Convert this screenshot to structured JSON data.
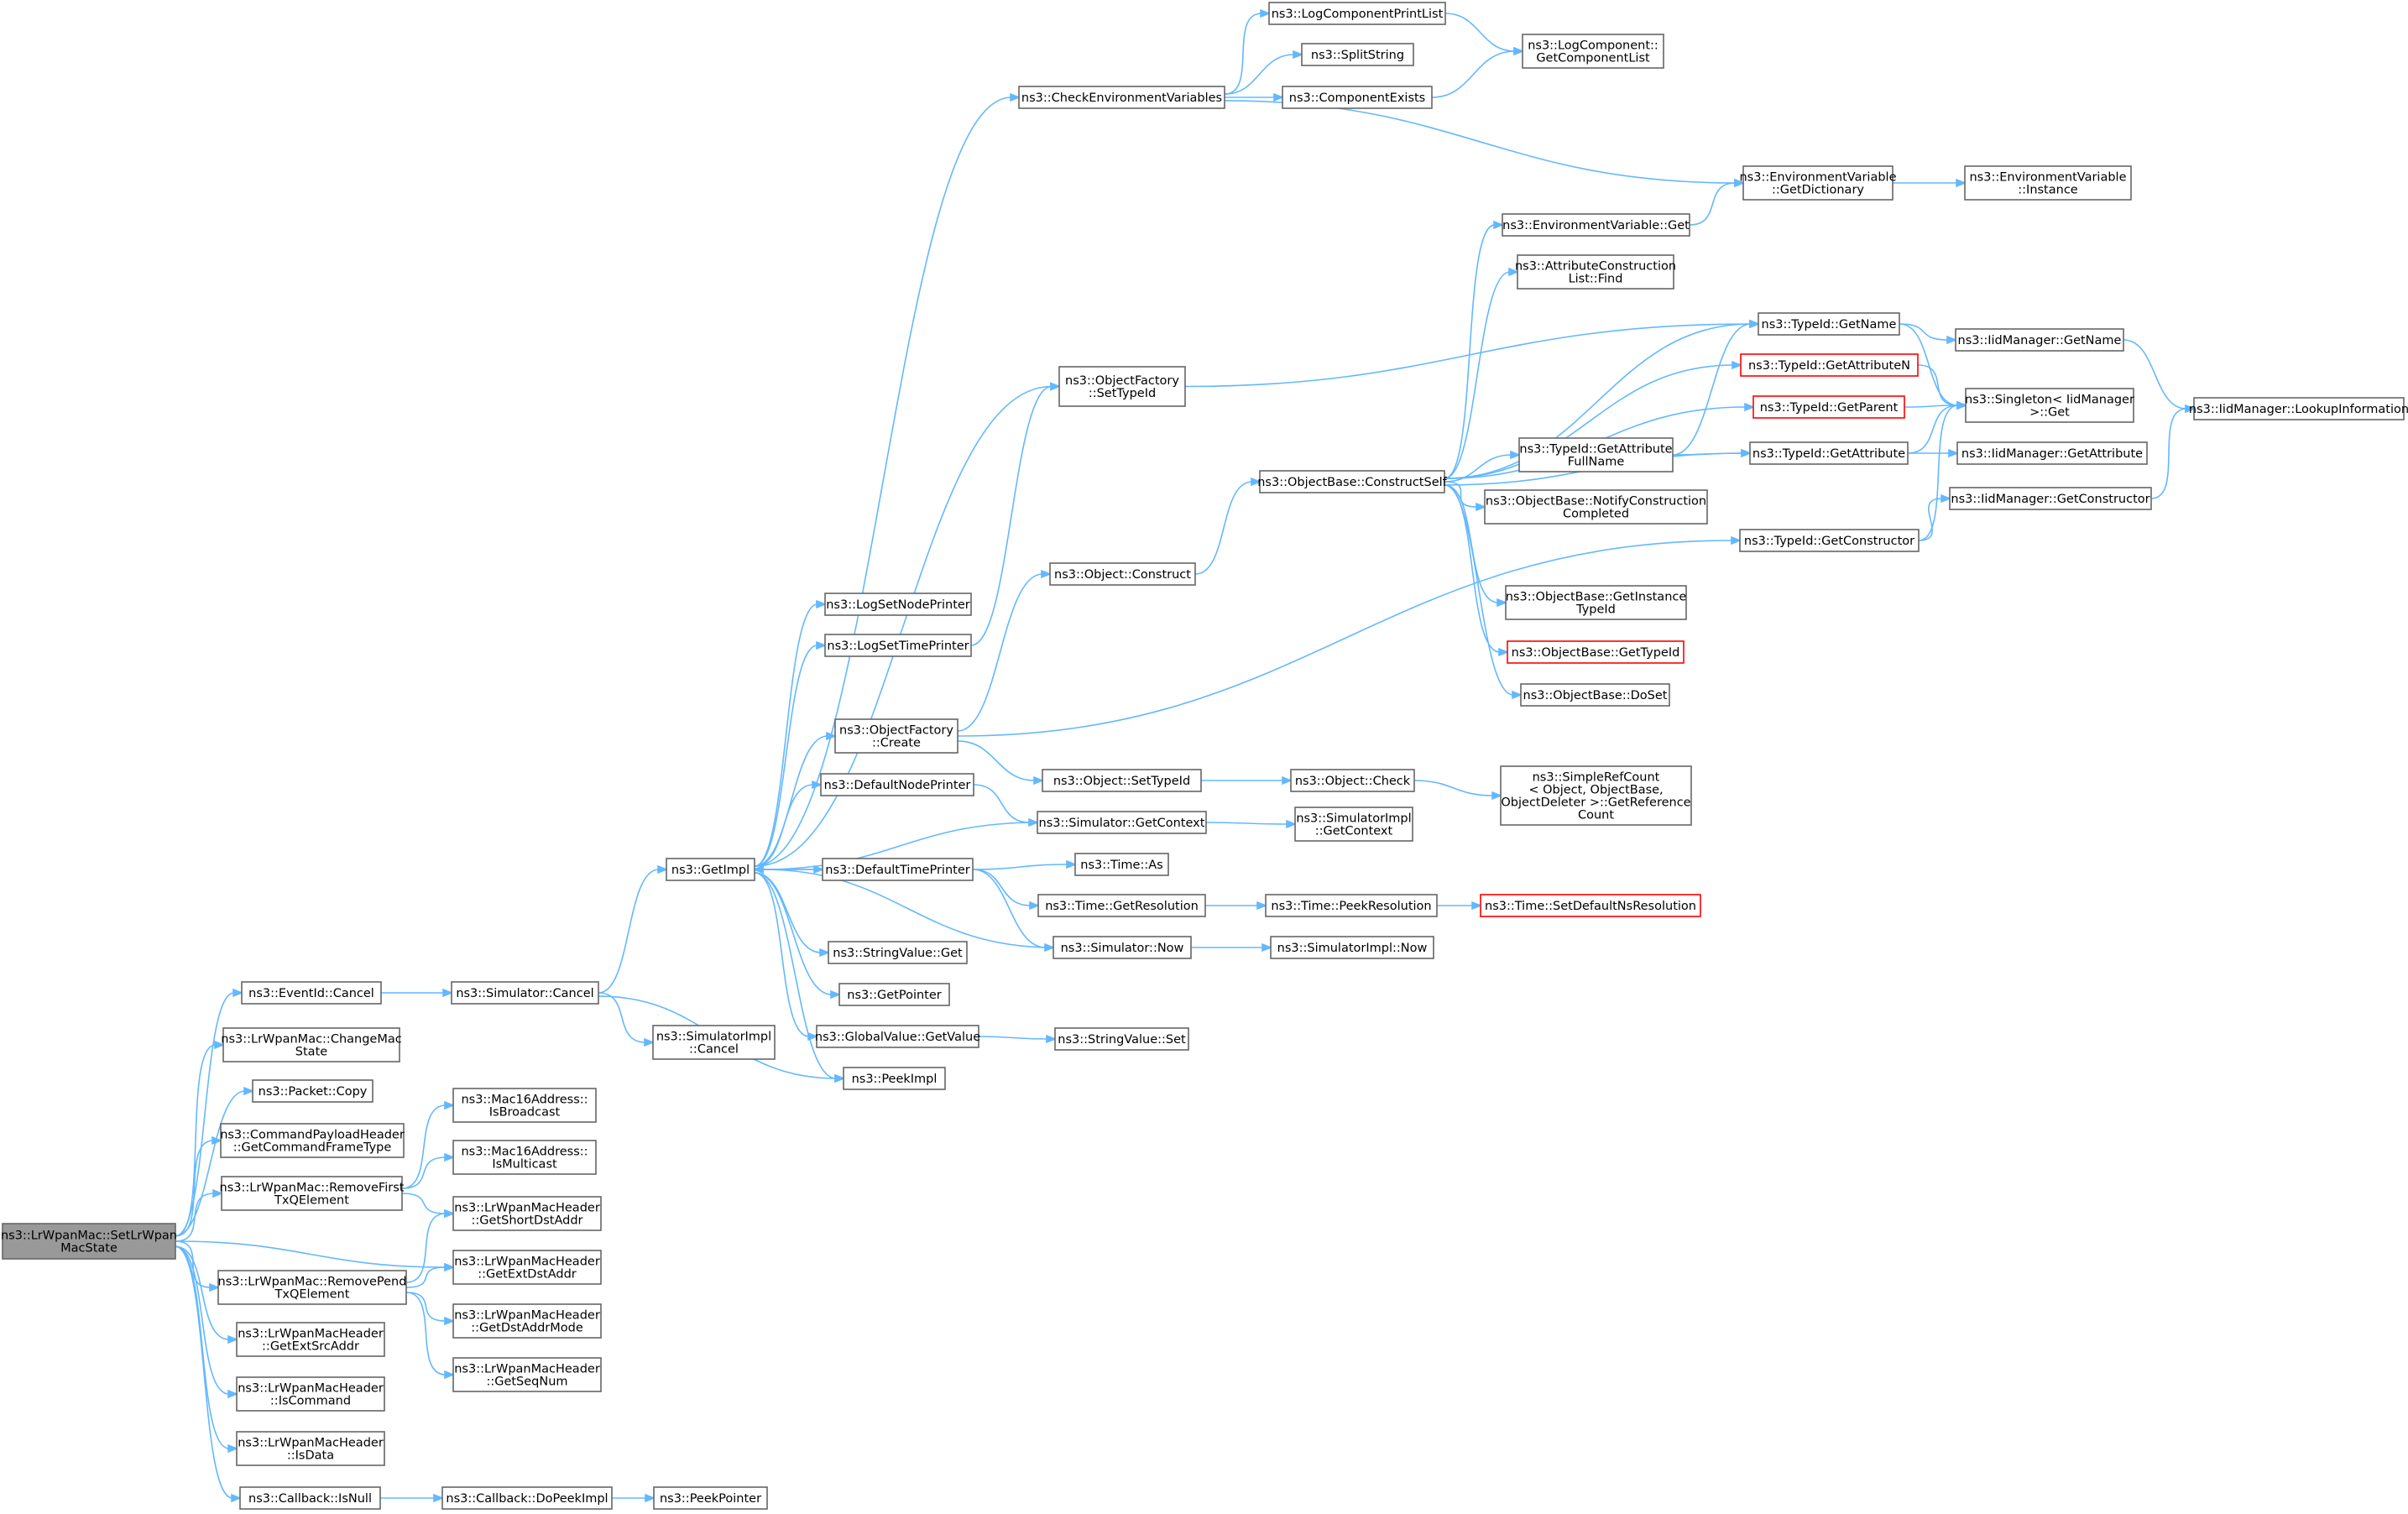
{
  "diagram": {
    "colors": {
      "edge": "#63b8ff",
      "node_border": "#666666",
      "root_fill": "#999999",
      "alert_border": "#ff0000"
    },
    "nodes": [
      {
        "id": "root",
        "lines": [
          "ns3::LrWpanMac::SetLrWpan",
          "MacState"
        ],
        "style": "root"
      },
      {
        "id": "eventid_cancel",
        "lines": [
          "ns3::EventId::Cancel"
        ]
      },
      {
        "id": "changemacstate",
        "lines": [
          "ns3::LrWpanMac::ChangeMac",
          "State"
        ]
      },
      {
        "id": "packet_copy",
        "lines": [
          "ns3::Packet::Copy"
        ]
      },
      {
        "id": "getcommandframetype",
        "lines": [
          "ns3::CommandPayloadHeader",
          "::GetCommandFrameType"
        ]
      },
      {
        "id": "removefirst",
        "lines": [
          "ns3::LrWpanMac::RemoveFirst",
          "TxQElement"
        ]
      },
      {
        "id": "removepend",
        "lines": [
          "ns3::LrWpanMac::RemovePend",
          "TxQElement"
        ]
      },
      {
        "id": "getextsrcaddr",
        "lines": [
          "ns3::LrWpanMacHeader",
          "::GetExtSrcAddr"
        ]
      },
      {
        "id": "iscommand",
        "lines": [
          "ns3::LrWpanMacHeader",
          "::IsCommand"
        ]
      },
      {
        "id": "isdata",
        "lines": [
          "ns3::LrWpanMacHeader",
          "::IsData"
        ]
      },
      {
        "id": "callback_isnull",
        "lines": [
          "ns3::Callback::IsNull"
        ]
      },
      {
        "id": "simulator_cancel",
        "lines": [
          "ns3::Simulator::Cancel"
        ]
      },
      {
        "id": "isbroadcast",
        "lines": [
          "ns3::Mac16Address::",
          "IsBroadcast"
        ]
      },
      {
        "id": "ismulticast",
        "lines": [
          "ns3::Mac16Address::",
          "IsMulticast"
        ]
      },
      {
        "id": "getshortdstaddr",
        "lines": [
          "ns3::LrWpanMacHeader",
          "::GetShortDstAddr"
        ]
      },
      {
        "id": "getextdstaddr",
        "lines": [
          "ns3::LrWpanMacHeader",
          "::GetExtDstAddr"
        ]
      },
      {
        "id": "getdstaddrmode",
        "lines": [
          "ns3::LrWpanMacHeader",
          "::GetDstAddrMode"
        ]
      },
      {
        "id": "getseqnum",
        "lines": [
          "ns3::LrWpanMacHeader",
          "::GetSeqNum"
        ]
      },
      {
        "id": "dopeekimpl",
        "lines": [
          "ns3::Callback::DoPeekImpl"
        ]
      },
      {
        "id": "peekpointer",
        "lines": [
          "ns3::PeekPointer"
        ]
      },
      {
        "id": "getimpl",
        "lines": [
          "ns3::GetImpl"
        ]
      },
      {
        "id": "simimpl_cancel",
        "lines": [
          "ns3::SimulatorImpl",
          "::Cancel"
        ]
      },
      {
        "id": "logsetnodeprinter",
        "lines": [
          "ns3::LogSetNodePrinter"
        ]
      },
      {
        "id": "logsettimeprinter",
        "lines": [
          "ns3::LogSetTimePrinter"
        ]
      },
      {
        "id": "objectfactory_create",
        "lines": [
          "ns3::ObjectFactory",
          "::Create"
        ]
      },
      {
        "id": "defaultnodeprinter",
        "lines": [
          "ns3::DefaultNodePrinter"
        ]
      },
      {
        "id": "defaulttimeprinter",
        "lines": [
          "ns3::DefaultTimePrinter"
        ]
      },
      {
        "id": "stringvalue_get",
        "lines": [
          "ns3::StringValue::Get"
        ]
      },
      {
        "id": "getpointer",
        "lines": [
          "ns3::GetPointer"
        ]
      },
      {
        "id": "globalvalue_getvalue",
        "lines": [
          "ns3::GlobalValue::GetValue"
        ]
      },
      {
        "id": "peekimpl",
        "lines": [
          "ns3::PeekImpl"
        ]
      },
      {
        "id": "checkenvvars",
        "lines": [
          "ns3::CheckEnvironmentVariables"
        ]
      },
      {
        "id": "objectfactory_settypeid",
        "lines": [
          "ns3::ObjectFactory",
          "::SetTypeId"
        ]
      },
      {
        "id": "object_construct",
        "lines": [
          "ns3::Object::Construct"
        ]
      },
      {
        "id": "object_settypeid",
        "lines": [
          "ns3::Object::SetTypeId"
        ]
      },
      {
        "id": "simulator_getcontext",
        "lines": [
          "ns3::Simulator::GetContext"
        ]
      },
      {
        "id": "time_as",
        "lines": [
          "ns3::Time::As"
        ]
      },
      {
        "id": "time_getresolution",
        "lines": [
          "ns3::Time::GetResolution"
        ]
      },
      {
        "id": "simulator_now",
        "lines": [
          "ns3::Simulator::Now"
        ]
      },
      {
        "id": "stringvalue_set",
        "lines": [
          "ns3::StringValue::Set"
        ]
      },
      {
        "id": "logcomponentprintlist",
        "lines": [
          "ns3::LogComponentPrintList"
        ]
      },
      {
        "id": "splitstring",
        "lines": [
          "ns3::SplitString"
        ]
      },
      {
        "id": "componentexists",
        "lines": [
          "ns3::ComponentExists"
        ]
      },
      {
        "id": "constructself",
        "lines": [
          "ns3::ObjectBase::ConstructSelf"
        ]
      },
      {
        "id": "object_check",
        "lines": [
          "ns3::Object::Check"
        ]
      },
      {
        "id": "simimpl_getcontext",
        "lines": [
          "ns3::SimulatorImpl",
          "::GetContext"
        ]
      },
      {
        "id": "time_peekresolution",
        "lines": [
          "ns3::Time::PeekResolution"
        ]
      },
      {
        "id": "simimpl_now",
        "lines": [
          "ns3::SimulatorImpl::Now"
        ]
      },
      {
        "id": "getcomponentlist",
        "lines": [
          "ns3::LogComponent::",
          "GetComponentList"
        ]
      },
      {
        "id": "envvar_get",
        "lines": [
          "ns3::EnvironmentVariable::Get"
        ]
      },
      {
        "id": "attrconstructionlist_find",
        "lines": [
          "ns3::AttributeConstruction",
          "List::Find"
        ]
      },
      {
        "id": "typeid_getattributefullname",
        "lines": [
          "ns3::TypeId::GetAttribute",
          "FullName"
        ]
      },
      {
        "id": "notifyconstructioncompleted",
        "lines": [
          "ns3::ObjectBase::NotifyConstruction",
          "Completed"
        ]
      },
      {
        "id": "getinstancetypeid",
        "lines": [
          "ns3::ObjectBase::GetInstance",
          "TypeId"
        ]
      },
      {
        "id": "objectbase_gettypeid",
        "lines": [
          "ns3::ObjectBase::GetTypeId"
        ],
        "style": "red"
      },
      {
        "id": "objectbase_doset",
        "lines": [
          "ns3::ObjectBase::DoSet"
        ]
      },
      {
        "id": "simplerefcount",
        "lines": [
          "ns3::SimpleRefCount",
          "< Object, ObjectBase,",
          "ObjectDeleter >::GetReference",
          "Count"
        ]
      },
      {
        "id": "setdefaultnsresolution",
        "lines": [
          "ns3::Time::SetDefaultNsResolution"
        ],
        "style": "red"
      },
      {
        "id": "envvar_getdictionary",
        "lines": [
          "ns3::EnvironmentVariable",
          "::GetDictionary"
        ]
      },
      {
        "id": "typeid_getname",
        "lines": [
          "ns3::TypeId::GetName"
        ]
      },
      {
        "id": "typeid_getattributen",
        "lines": [
          "ns3::TypeId::GetAttributeN"
        ],
        "style": "red"
      },
      {
        "id": "typeid_getparent",
        "lines": [
          "ns3::TypeId::GetParent"
        ],
        "style": "red"
      },
      {
        "id": "typeid_getattribute",
        "lines": [
          "ns3::TypeId::GetAttribute"
        ]
      },
      {
        "id": "typeid_getconstructor",
        "lines": [
          "ns3::TypeId::GetConstructor"
        ]
      },
      {
        "id": "envvar_instance",
        "lines": [
          "ns3::EnvironmentVariable",
          "::Instance"
        ]
      },
      {
        "id": "iidmanager_getname",
        "lines": [
          "ns3::IidManager::GetName"
        ]
      },
      {
        "id": "singleton_get",
        "lines": [
          "ns3::Singleton< IidManager",
          ">::Get"
        ]
      },
      {
        "id": "iidmanager_getattribute",
        "lines": [
          "ns3::IidManager::GetAttribute"
        ]
      },
      {
        "id": "iidmanager_getconstructor",
        "lines": [
          "ns3::IidManager::GetConstructor"
        ]
      },
      {
        "id": "iidmanager_lookupinformation",
        "lines": [
          "ns3::IidManager::LookupInformation"
        ]
      }
    ]
  }
}
